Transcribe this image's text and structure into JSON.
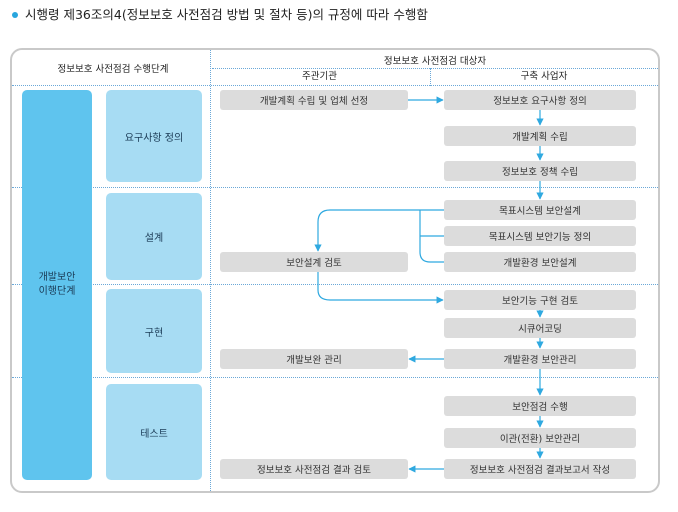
{
  "caption": "시행령 제36조의4(정보보호 사전점검 방법 및 절차 등)의 규정에 따라 수행함",
  "colors": {
    "accent": "#29a6de",
    "stage": "#5fc4ee",
    "substage": "#a7dcf3",
    "box": "#dcdcdc",
    "arrow": "#2fa9e0"
  },
  "headers": {
    "left": "정보보호 사전점검 수행단계",
    "target": "정보보호 사전점검 대상자",
    "agency": "주관기관",
    "builder": "구축 사업자"
  },
  "stage": "개발보안\n이행단계",
  "substages": [
    "요구사항 정의",
    "설계",
    "구현",
    "테스트"
  ],
  "agency_boxes": [
    "개발계획 수립 및 업체 선정",
    "보안설계 검토",
    "개발보완 관리",
    "정보보호 사전점검 결과 검토"
  ],
  "builder_boxes": [
    "정보보호 요구사항 정의",
    "개발계획 수립",
    "정보보호 정책 수립",
    "목표시스템 보안설계",
    "목표시스템 보안기능 정의",
    "개발환경 보안설계",
    "보안기능 구현 검토",
    "시큐어코딩",
    "개발환경 보안관리",
    "보안점검 수행",
    "이관(전환) 보안관리",
    "정보보호 사전점검 결과보고서 작성"
  ]
}
